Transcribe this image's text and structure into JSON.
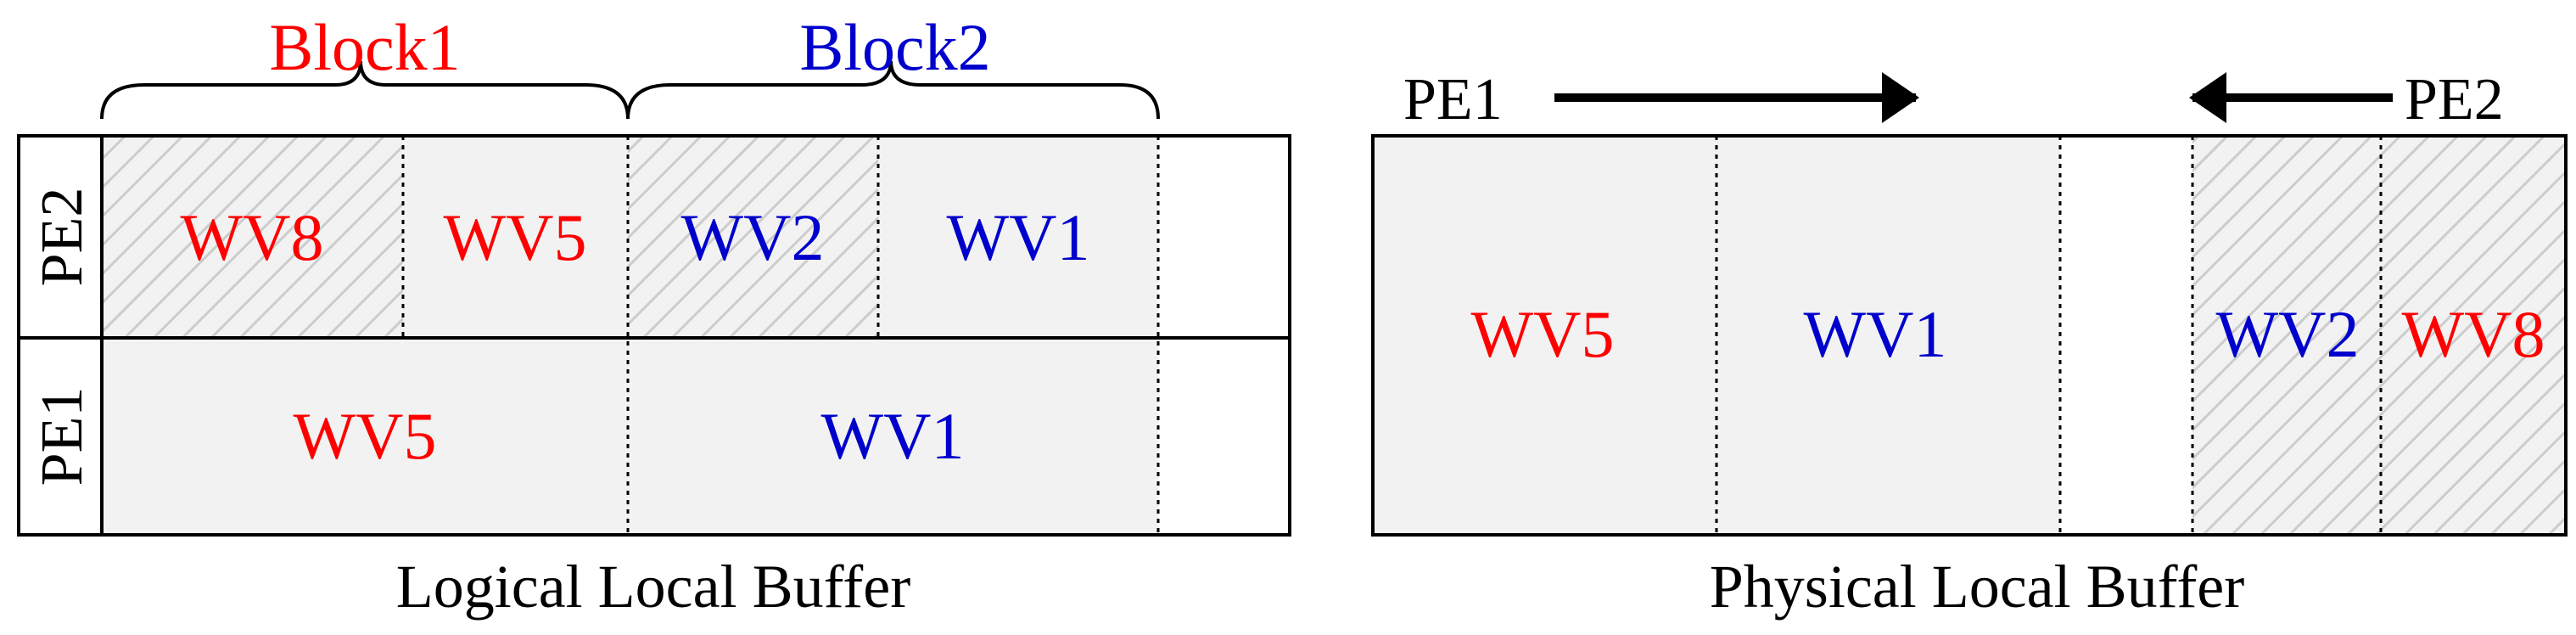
{
  "colors": {
    "red": "#ff0000",
    "blue": "#0000cc",
    "black": "#000000",
    "fill": "#f2f2f2",
    "hatch": "#cccccc"
  },
  "logical": {
    "caption": "Logical Local Buffer",
    "block1": "Block1",
    "block2": "Block2",
    "pe2": "PE2",
    "pe1": "PE1",
    "pe2_cells": [
      "WV8",
      "WV5",
      "WV2",
      "WV1"
    ],
    "pe1_cells": [
      "WV5",
      "WV1"
    ]
  },
  "physical": {
    "caption": "Physical Local Buffer",
    "pe1": "PE1",
    "pe2": "PE2",
    "cells": [
      "WV5",
      "WV1",
      "WV2",
      "WV8"
    ]
  }
}
